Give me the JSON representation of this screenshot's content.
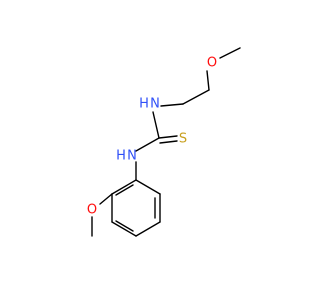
{
  "atoms": {
    "o_top": {
      "label": "O",
      "color": "#ff0d0d"
    },
    "n_upper": {
      "label": "N",
      "color": "#3050f8"
    },
    "h_upper": {
      "label": "H",
      "color": "#3050f8"
    },
    "s_thione": {
      "label": "S",
      "color": "#c8a020"
    },
    "n_lower": {
      "label": "N",
      "color": "#3050f8"
    },
    "h_lower": {
      "label": "H",
      "color": "#3050f8"
    },
    "o_bottom": {
      "label": "O",
      "color": "#ff0d0d"
    }
  }
}
